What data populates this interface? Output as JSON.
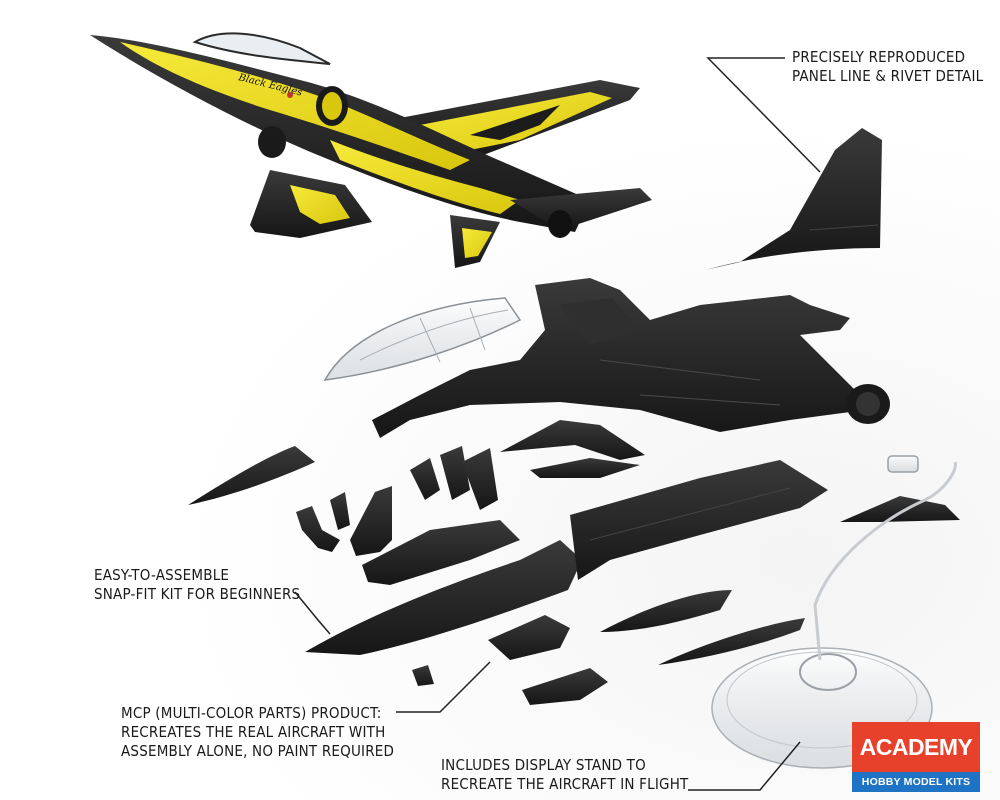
{
  "callouts": {
    "panel_detail": [
      "PRECISELY REPRODUCED",
      "PANEL LINE & RIVET DETAIL"
    ],
    "snap_fit": [
      "EASY-TO-ASSEMBLE",
      "SNAP-FIT KIT FOR BEGINNERS"
    ],
    "mcp": [
      "MCP (MULTI-COLOR PARTS) PRODUCT:",
      "RECREATES THE REAL AIRCRAFT WITH",
      "ASSEMBLY ALONE, NO PAINT REQUIRED"
    ],
    "stand": [
      "INCLUDES DISPLAY STAND TO",
      "RECREATE THE AIRCRAFT IN FLIGHT"
    ]
  },
  "aircraft": {
    "nose_script": "Black Eagles"
  },
  "logo": {
    "brand": "ACADEMY",
    "tagline": "HOBBY MODEL KITS"
  },
  "colors": {
    "livery_black": "#1c1c1c",
    "livery_yellow": "#f2e21a",
    "parts_black": "#232323",
    "logo_red": "#e8412b",
    "logo_blue": "#1f73c4"
  }
}
